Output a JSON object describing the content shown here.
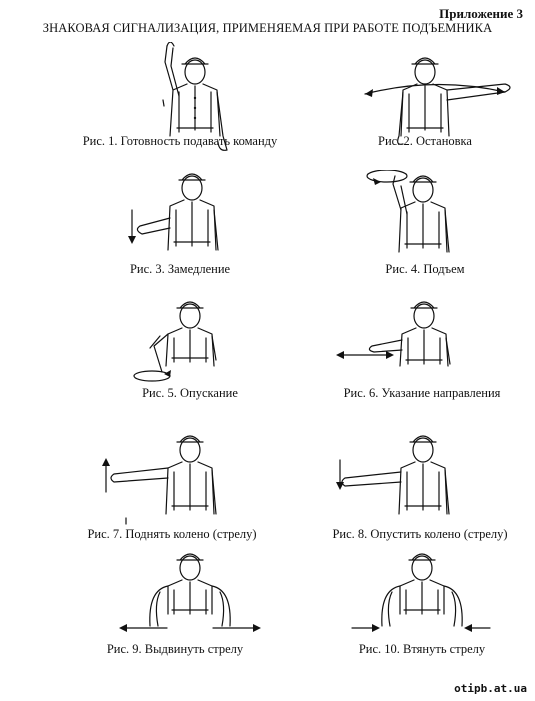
{
  "header": {
    "appendix": "Приложение 3",
    "title": "ЗНАКОВАЯ СИГНАЛИЗАЦИЯ, ПРИМЕНЯЕМАЯ ПРИ РАБОТЕ ПОДЪЕМНИКА"
  },
  "figures": [
    {
      "caption": "Рис. 1. Готовность подавать команду"
    },
    {
      "caption": "Рис. 2. Остановка"
    },
    {
      "caption": "Рис. 3. Замедление"
    },
    {
      "caption": "Рис. 4. Подъем"
    },
    {
      "caption": "Рис. 5. Опускание"
    },
    {
      "caption": "Рис. 6. Указание направления"
    },
    {
      "caption": "Рис. 7. Поднять колено (стрелу)"
    },
    {
      "caption": "Рис. 8. Опустить колено (стрелу)"
    },
    {
      "caption": "Рис. 9. Выдвинуть стрелу"
    },
    {
      "caption": "Рис. 10. Втянуть стрелу"
    }
  ],
  "watermark": "otipb.at.ua"
}
